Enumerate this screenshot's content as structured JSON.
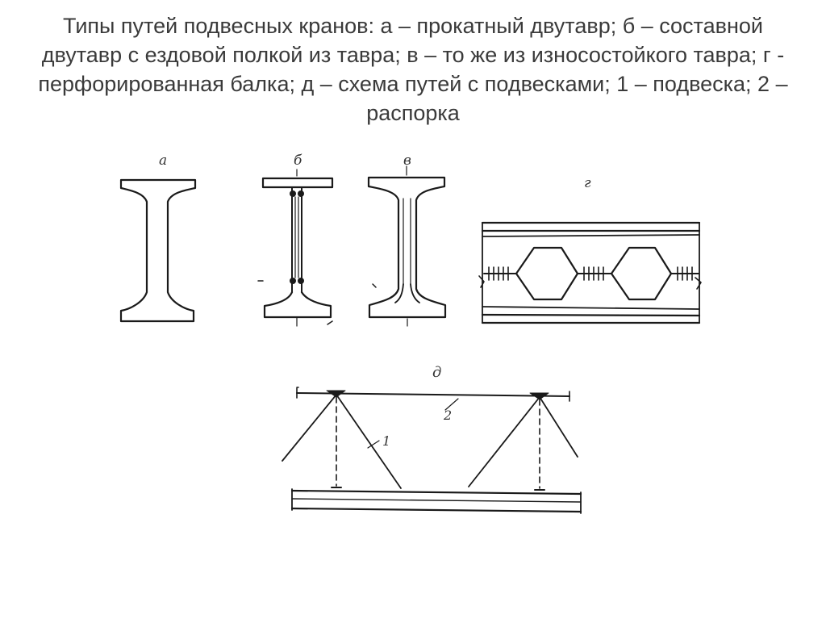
{
  "slide": {
    "title": "Типы путей подвесных кранов: а – прокатный двутавр; б – составной двутавр с ездовой полкой из тавра; в – то же из износостойкого тавра; г - перфорированная балка; д – схема путей с подвесками; 1 – подвеска; 2 – распорка"
  },
  "figure": {
    "labels": {
      "a": "а",
      "b": "б",
      "v": "в",
      "g": "г",
      "d": "д"
    },
    "callouts": {
      "hanger": "1",
      "strut": "2"
    }
  }
}
